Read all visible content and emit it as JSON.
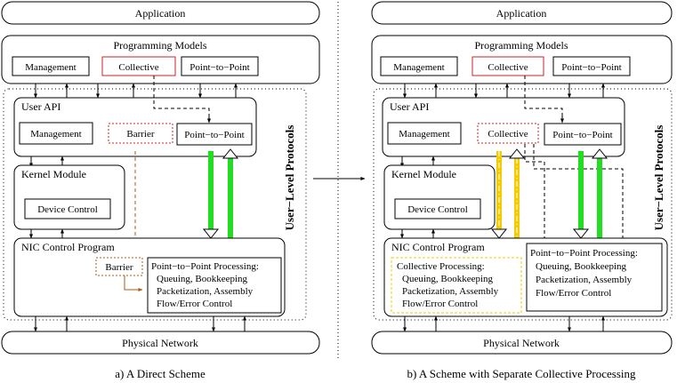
{
  "diagrams": [
    {
      "caption": "a) A Direct Scheme",
      "application": "Application",
      "programming_models": {
        "title": "Programming Models",
        "management": "Management",
        "collective": "Collective",
        "p2p": "Point−to−Point"
      },
      "user_level_protocols": "User−Level Protocols",
      "user_api": {
        "title": "User API",
        "management": "Management",
        "barrier": "Barrier",
        "p2p": "Point−to−Point"
      },
      "kernel_module": {
        "title": "Kernel Module",
        "device_control": "Device Control"
      },
      "nic": {
        "title": "NIC Control Program",
        "barrier": "Barrier",
        "p2p_processing": [
          "Point−to−Point Processing:",
          "Queuing, Bookkeeping",
          "Packetization, Assembly",
          "Flow/Error Control"
        ]
      },
      "physical_network": "Physical Network"
    },
    {
      "caption": "b) A Scheme with Separate Collective Processing",
      "application": "Application",
      "programming_models": {
        "title": "Programming Models",
        "management": "Management",
        "collective": "Collective",
        "p2p": "Point−to−Point"
      },
      "user_level_protocols": "User−Level Protocols",
      "user_api": {
        "title": "User API",
        "management": "Management",
        "collective": "Collective",
        "p2p": "Point−to−Point"
      },
      "kernel_module": {
        "title": "Kernel Module",
        "device_control": "Device Control"
      },
      "nic": {
        "title": "NIC Control Program",
        "collective_processing": [
          "Collective Processing:",
          "Queuing, Bookkeeping",
          "Packetization, Assembly",
          "Flow/Error Control"
        ],
        "p2p_processing": [
          "Point−to−Point Processing:",
          "Queuing, Bookkeeping",
          "Packetization, Assembly",
          "Flow/Error Control"
        ]
      },
      "physical_network": "Physical Network"
    }
  ],
  "colors": {
    "collective_red": "#cc2222",
    "barrier_brown": "#b05a10",
    "p2p_green": "#22dd22",
    "collective_yellow": "#f2cc00"
  }
}
